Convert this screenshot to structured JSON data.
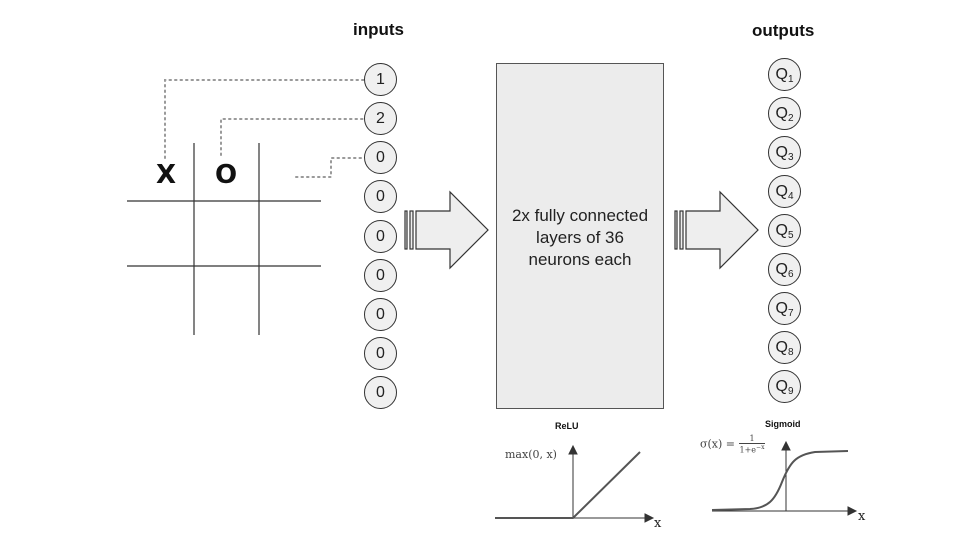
{
  "headings": {
    "inputs": "inputs",
    "outputs": "outputs"
  },
  "board": {
    "marks": [
      "X",
      "O"
    ]
  },
  "inputs": [
    "1",
    "2",
    "0",
    "0",
    "0",
    "0",
    "0",
    "0",
    "0"
  ],
  "network": {
    "lines": [
      "2x fully connected",
      "layers of 36",
      "neurons each"
    ]
  },
  "outputs": [
    {
      "q": "Q",
      "n": "1"
    },
    {
      "q": "Q",
      "n": "2"
    },
    {
      "q": "Q",
      "n": "3"
    },
    {
      "q": "Q",
      "n": "4"
    },
    {
      "q": "Q",
      "n": "5"
    },
    {
      "q": "Q",
      "n": "6"
    },
    {
      "q": "Q",
      "n": "7"
    },
    {
      "q": "Q",
      "n": "8"
    },
    {
      "q": "Q",
      "n": "9"
    }
  ],
  "relu": {
    "title": "ReLU",
    "formula": "max(0, x)",
    "axis": "x"
  },
  "sigmoid": {
    "title": "Sigmoid",
    "formula_lhs": "σ(x) =",
    "formula_num": "1",
    "formula_den": "1+e",
    "formula_exp": "−x",
    "axis": "x"
  },
  "colors": {
    "node_fill": "#f0f0f0",
    "box_fill": "#ececec",
    "stroke": "#333333",
    "dotted": "#999999"
  }
}
